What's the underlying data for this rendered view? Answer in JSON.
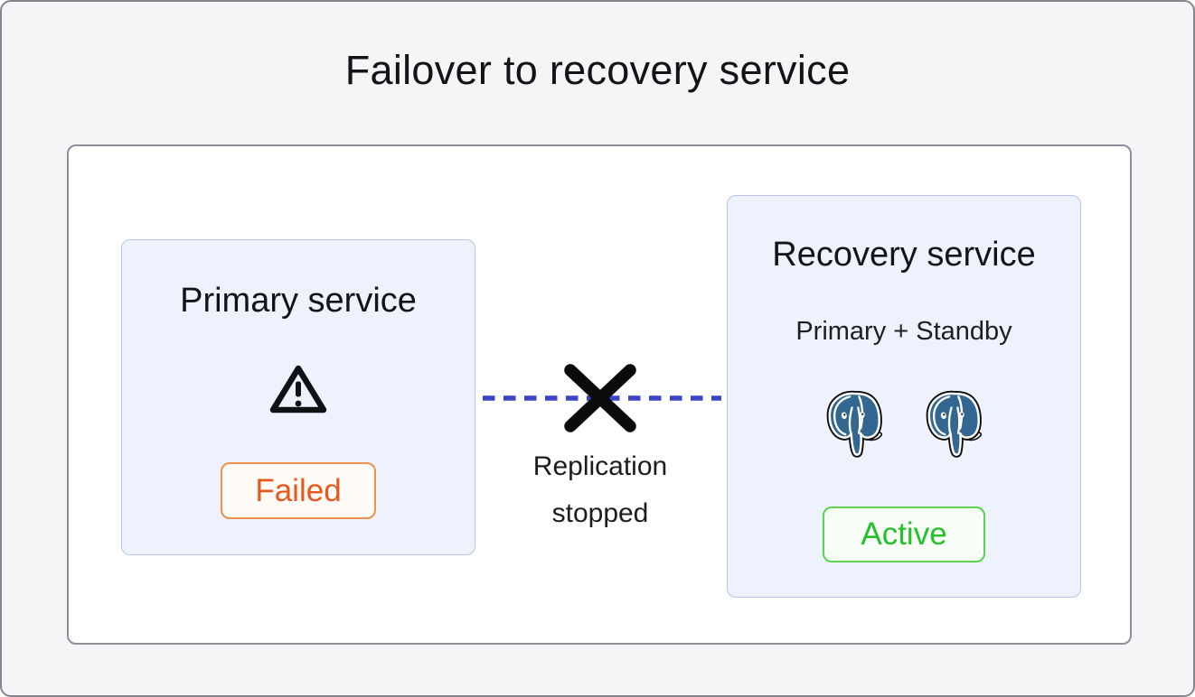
{
  "page": {
    "title": "Failover to recovery service"
  },
  "diagram": {
    "primary": {
      "title": "Primary service",
      "status_label": "Failed",
      "icon": "warning-triangle-icon"
    },
    "recovery": {
      "title": "Recovery service",
      "subtitle": "Primary + Standby",
      "status_label": "Active",
      "icon": "postgresql-elephant-icon",
      "database_icon_count": 2
    },
    "link": {
      "label": "Replication stopped",
      "style": "dashed-line-with-x"
    }
  },
  "colors": {
    "ink": "#141418",
    "frame_border": "#85858f",
    "panel_border": "#8e8e98",
    "node_bg": "#edf2fd",
    "node_border": "#b8c4f0",
    "dash_blue": "#3a44c5",
    "failed_text": "#e8581d",
    "failed_border": "#f0904c",
    "failed_bg": "#fffbf6",
    "active_text": "#26c02f",
    "active_border": "#58d54b",
    "active_bg": "#f8fef7",
    "postgres_blue": "#336791"
  }
}
